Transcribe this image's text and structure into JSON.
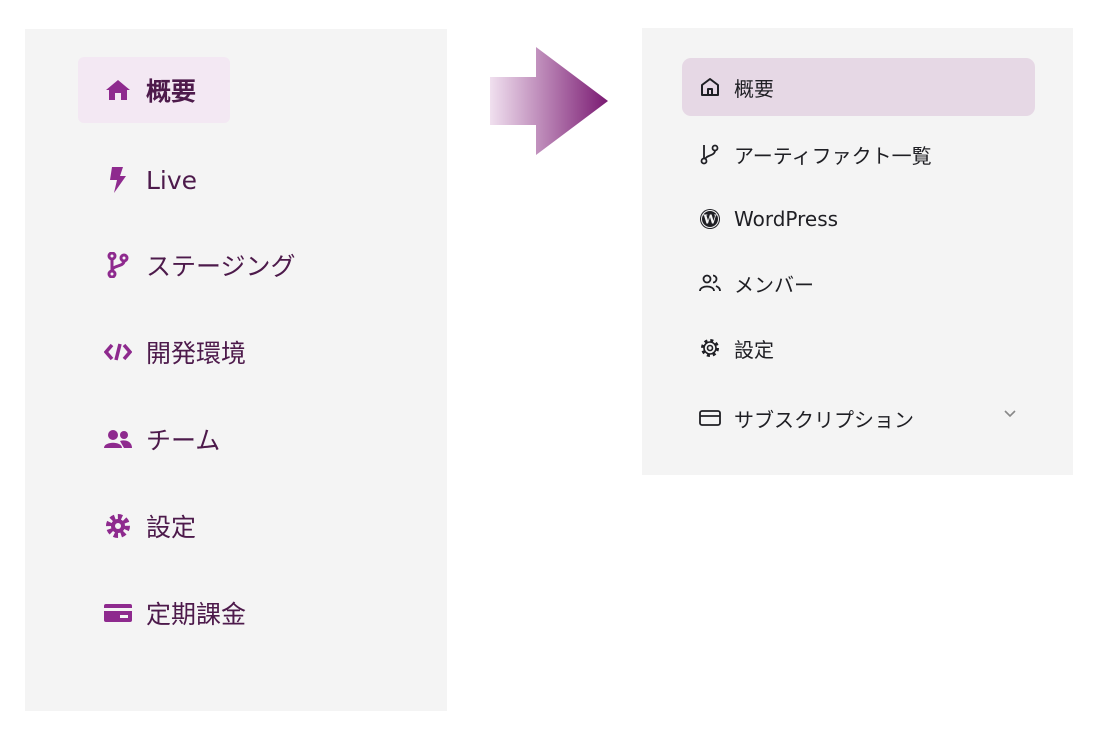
{
  "before": {
    "items": [
      {
        "label": "概要",
        "icon": "home-icon"
      },
      {
        "label": "Live",
        "icon": "bolt-icon"
      },
      {
        "label": "ステージング",
        "icon": "branch-icon"
      },
      {
        "label": "開発環境",
        "icon": "code-icon"
      },
      {
        "label": "チーム",
        "icon": "users-icon"
      },
      {
        "label": "設定",
        "icon": "gear-icon"
      },
      {
        "label": "定期課金",
        "icon": "credit-card-icon"
      }
    ]
  },
  "after": {
    "items": [
      {
        "label": "概要",
        "icon": "home-icon"
      },
      {
        "label": "アーティファクト一覧",
        "icon": "branch-icon"
      },
      {
        "label": "WordPress",
        "icon": "wordpress-icon"
      },
      {
        "label": "メンバー",
        "icon": "users-icon"
      },
      {
        "label": "設定",
        "icon": "gear-icon"
      },
      {
        "label": "サブスクリプション",
        "icon": "credit-card-icon"
      }
    ]
  },
  "colors": {
    "accent": "#8e2a8e",
    "arrow": "#7a1a72"
  }
}
